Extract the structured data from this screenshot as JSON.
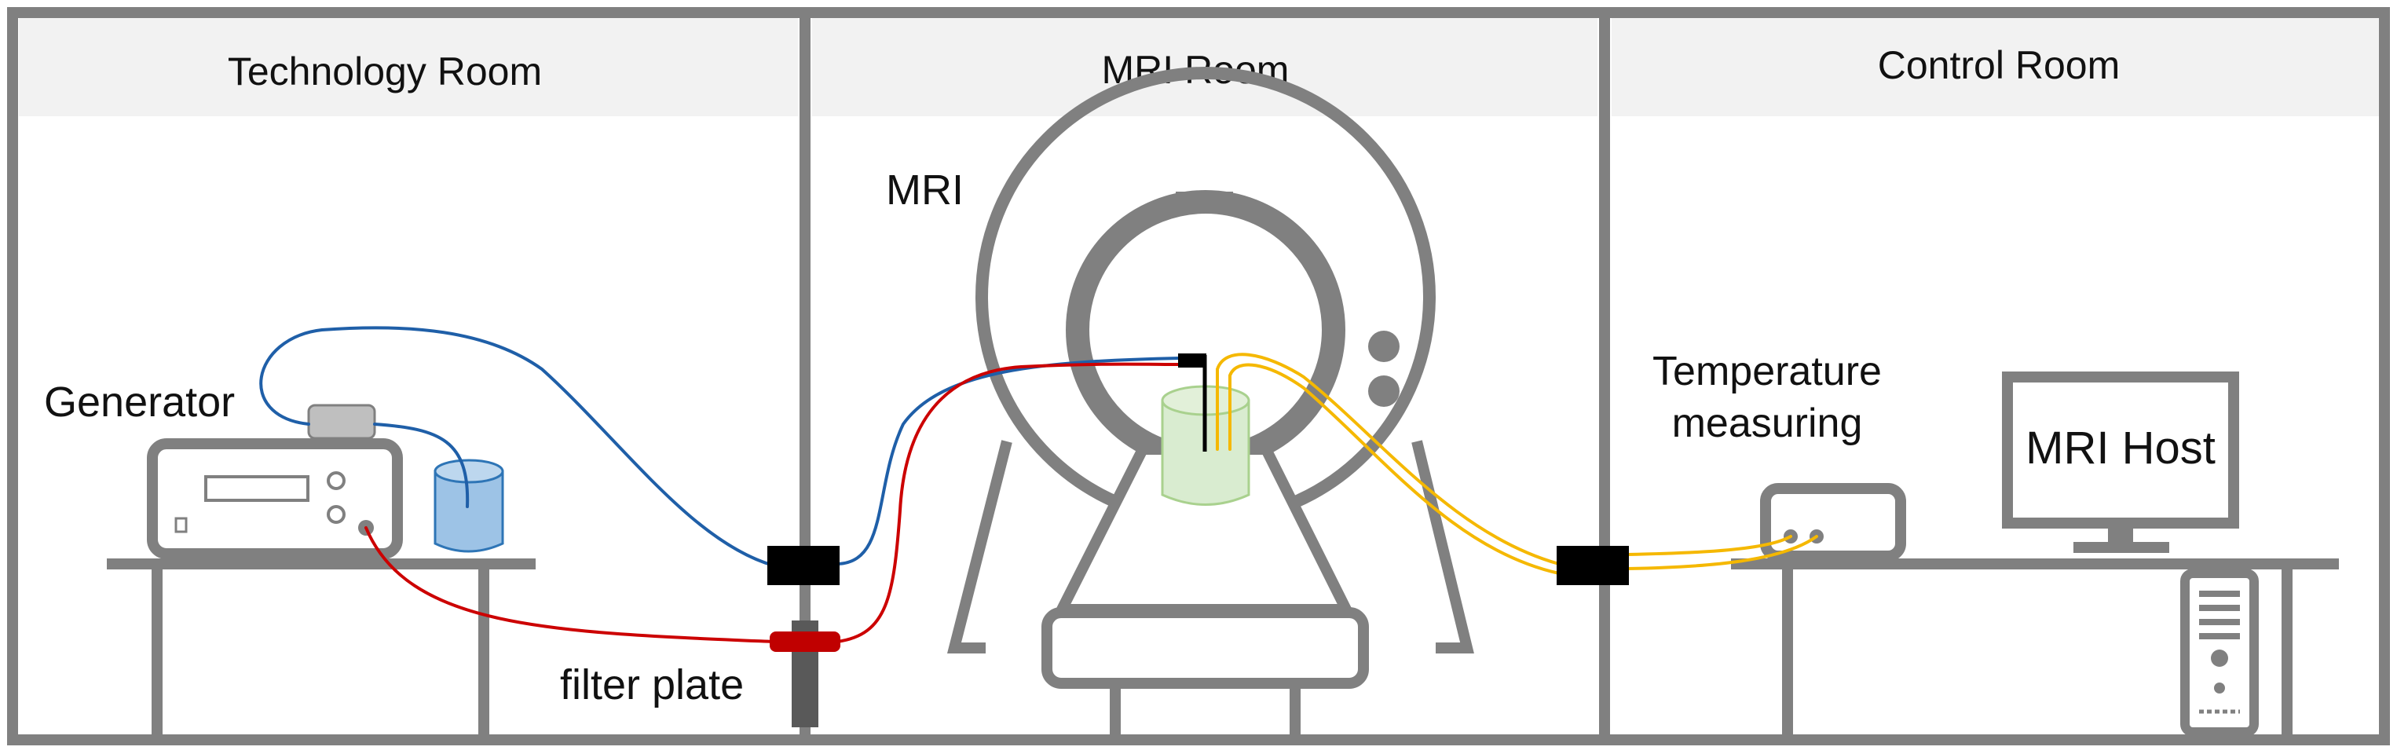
{
  "rooms": [
    {
      "title": "Technology Room"
    },
    {
      "title": "MRI Room"
    },
    {
      "title": "Control  Room"
    }
  ],
  "labels": {
    "generator": "Generator",
    "filter_plate": "filter plate",
    "mri": "MRI",
    "temperature_line1": "Temperature",
    "temperature_line2": "measuring",
    "mri_host": "MRI Host"
  },
  "colors": {
    "structure": "#808080",
    "header_band": "#f2f2f2",
    "rf_cable": "#cc0000",
    "blue_cable": "#1f5fa8",
    "fiber_optic": "#f5b800",
    "beaker_water": "#9dc3e6",
    "phantom": "#d9ecd0",
    "connector": "#000000"
  }
}
